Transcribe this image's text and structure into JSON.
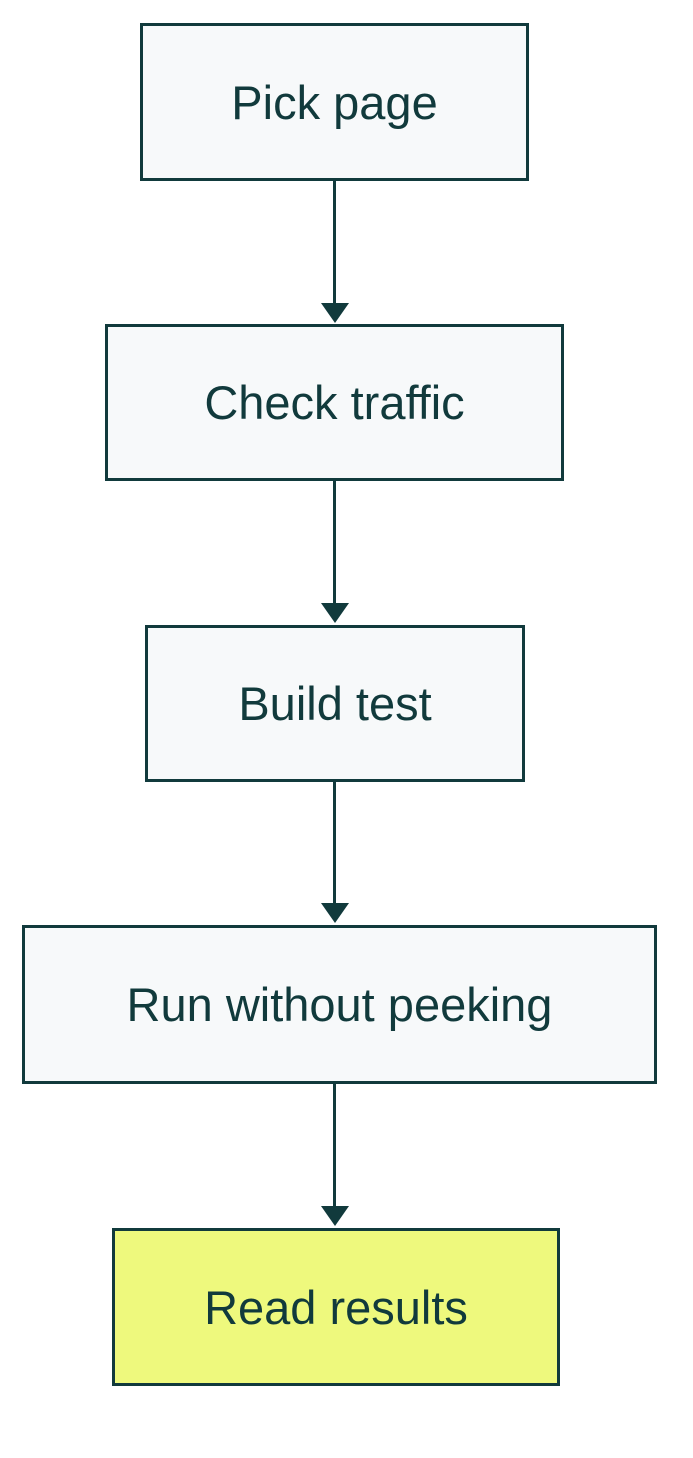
{
  "diagram": {
    "type": "flowchart",
    "direction": "top-down",
    "nodes": [
      {
        "id": "pick-page",
        "label": "Pick page",
        "fill": "#f7f9fa",
        "highlighted": false
      },
      {
        "id": "check-traffic",
        "label": "Check traffic",
        "fill": "#f7f9fa",
        "highlighted": false
      },
      {
        "id": "build-test",
        "label": "Build test",
        "fill": "#f7f9fa",
        "highlighted": false
      },
      {
        "id": "run-without-peeking",
        "label": "Run without peeking",
        "fill": "#f7f9fa",
        "highlighted": false
      },
      {
        "id": "read-results",
        "label": "Read results",
        "fill": "#eef97d",
        "highlighted": true
      }
    ],
    "edges": [
      {
        "from": "pick-page",
        "to": "check-traffic",
        "style": "arrow-down"
      },
      {
        "from": "check-traffic",
        "to": "build-test",
        "style": "arrow-down"
      },
      {
        "from": "build-test",
        "to": "run-without-peeking",
        "style": "arrow-down"
      },
      {
        "from": "run-without-peeking",
        "to": "read-results",
        "style": "arrow-down"
      }
    ],
    "colors": {
      "stroke": "#113a3c",
      "text": "#113a3c",
      "node_fill": "#f7f9fa",
      "highlight_fill": "#eef97d",
      "background": "#ffffff"
    }
  }
}
